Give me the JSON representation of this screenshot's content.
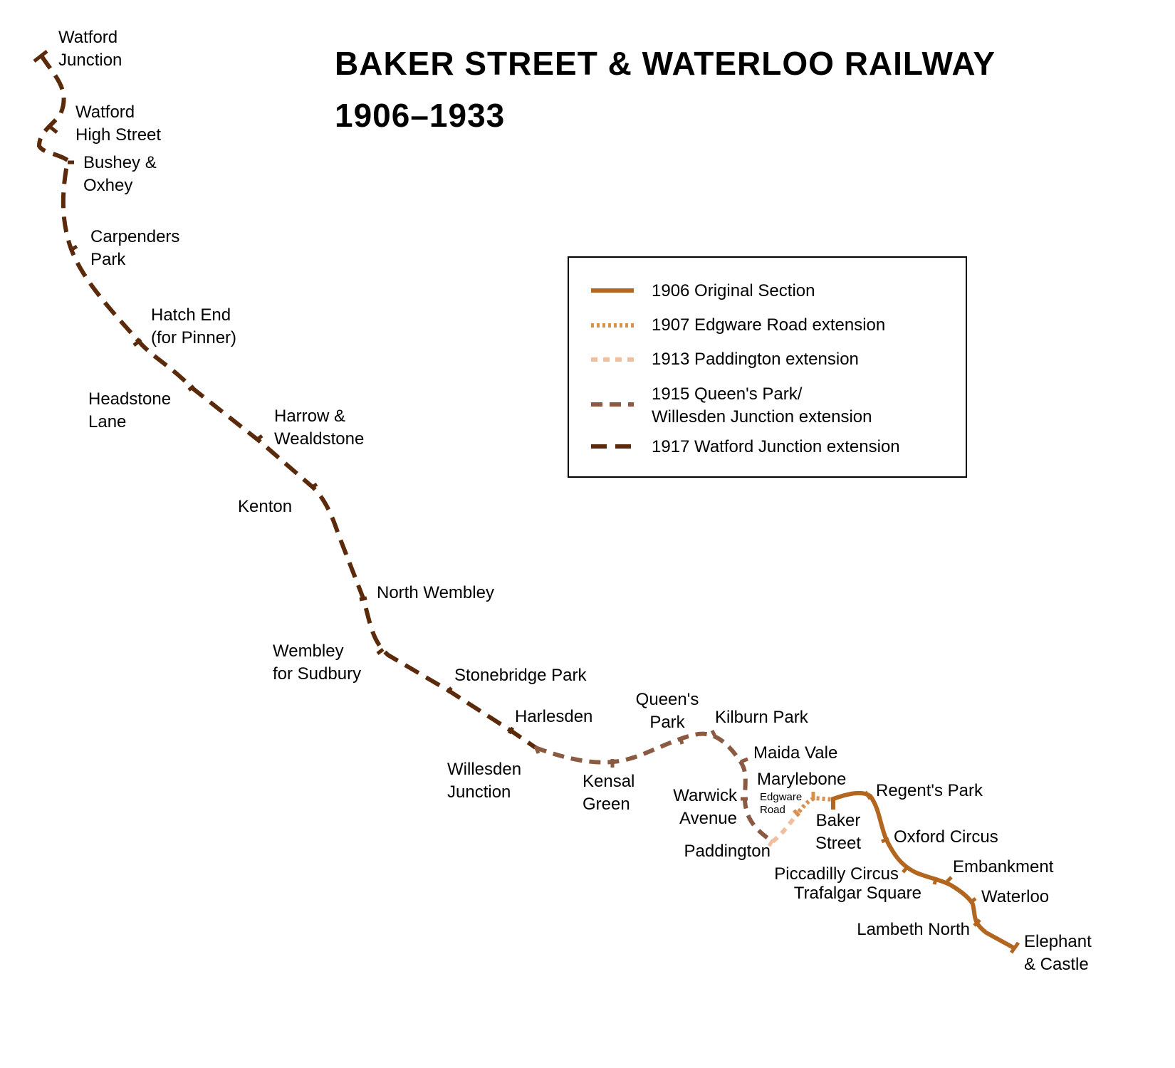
{
  "title": "BAKER STREET & WATERLOO RAILWAY",
  "subtitle": "1906–1933",
  "colors": {
    "l1906": "#b3661f",
    "l1907": "#d98f4e",
    "l1913": "#f0bfa0",
    "l1915": "#8b5a42",
    "l1917": "#5a2a0a"
  },
  "legend": [
    {
      "label": "1906 Original Section"
    },
    {
      "label": "1907 Edgware Road extension"
    },
    {
      "label": "1913 Paddington extension"
    },
    {
      "label_lines": [
        "1915 Queen's Park/",
        "Willesden Junction extension"
      ]
    },
    {
      "label": "1917 Watford Junction extension"
    }
  ],
  "stations": [
    {
      "lines": [
        "Watford",
        "Junction"
      ]
    },
    {
      "lines": [
        "Watford",
        "High Street"
      ]
    },
    {
      "lines": [
        "Bushey &",
        "Oxhey"
      ]
    },
    {
      "lines": [
        "Carpenders",
        "Park"
      ]
    },
    {
      "lines": [
        "Hatch End",
        "(for Pinner)"
      ]
    },
    {
      "lines": [
        "Headstone",
        "Lane"
      ]
    },
    {
      "lines": [
        "Harrow &",
        "Wealdstone"
      ]
    },
    {
      "lines": [
        "Kenton"
      ]
    },
    {
      "lines": [
        "North Wembley"
      ]
    },
    {
      "lines": [
        "Wembley",
        "for Sudbury"
      ]
    },
    {
      "lines": [
        "Stonebridge Park"
      ]
    },
    {
      "lines": [
        "Harlesden"
      ]
    },
    {
      "lines": [
        "Willesden",
        "Junction"
      ]
    },
    {
      "lines": [
        "Kensal",
        "Green"
      ]
    },
    {
      "lines": [
        "Queen's",
        "Park"
      ]
    },
    {
      "lines": [
        "Kilburn Park"
      ]
    },
    {
      "lines": [
        "Maida Vale"
      ]
    },
    {
      "lines": [
        "Marylebone"
      ]
    },
    {
      "lines": [
        "Warwick",
        "Avenue"
      ]
    },
    {
      "lines": [
        "Edgware",
        "Road"
      ]
    },
    {
      "lines": [
        "Paddington"
      ]
    },
    {
      "lines": [
        "Baker",
        "Street"
      ]
    },
    {
      "lines": [
        "Regent's Park"
      ]
    },
    {
      "lines": [
        "Oxford Circus"
      ]
    },
    {
      "lines": [
        "Piccadilly Circus"
      ]
    },
    {
      "lines": [
        "Trafalgar Square"
      ]
    },
    {
      "lines": [
        "Embankment"
      ]
    },
    {
      "lines": [
        "Waterloo"
      ]
    },
    {
      "lines": [
        "Lambeth North"
      ]
    },
    {
      "lines": [
        "Elephant",
        "& Castle"
      ]
    }
  ]
}
